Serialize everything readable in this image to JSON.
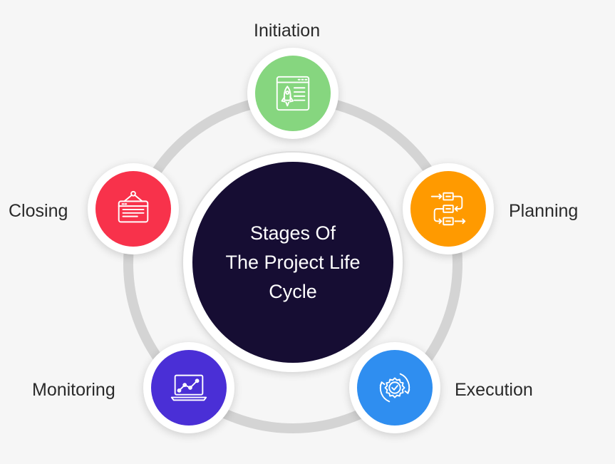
{
  "center": {
    "title_line_1": "Stages Of",
    "title_line_2": "The Project Life",
    "title_line_3": "Cycle"
  },
  "stages": [
    {
      "label": "Initiation",
      "icon": "rocket-webpage-icon",
      "color": "#86d67f"
    },
    {
      "label": "Planning",
      "icon": "flowchart-icon",
      "color": "#ff9a00"
    },
    {
      "label": "Execution",
      "icon": "gear-check-icon",
      "color": "#2f8ef0"
    },
    {
      "label": "Monitoring",
      "icon": "laptop-chart-icon",
      "color": "#4a2fd6"
    },
    {
      "label": "Closing",
      "icon": "hanging-sign-icon",
      "color": "#f8324b"
    }
  ]
}
